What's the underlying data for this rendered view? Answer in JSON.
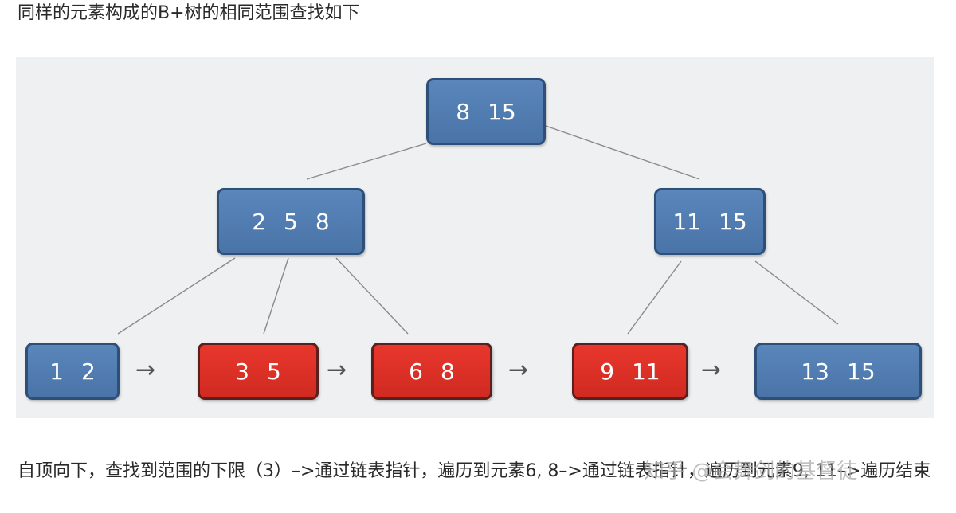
{
  "heading": "同样的元素构成的B+树的相同范围查找如下",
  "tree": {
    "root": {
      "keys": [
        "8",
        "15"
      ],
      "highlighted": false
    },
    "internal": [
      {
        "keys": [
          "2",
          "5",
          "8"
        ],
        "highlighted": false
      },
      {
        "keys": [
          "11",
          "15"
        ],
        "highlighted": false
      }
    ],
    "leaves": [
      {
        "keys": [
          "1",
          "2"
        ],
        "highlighted": false
      },
      {
        "keys": [
          "3",
          "5"
        ],
        "highlighted": true
      },
      {
        "keys": [
          "6",
          "8"
        ],
        "highlighted": true
      },
      {
        "keys": [
          "9",
          "11"
        ],
        "highlighted": true
      },
      {
        "keys": [
          "13",
          "15"
        ],
        "highlighted": false
      }
    ],
    "leaf_link_arrow": "→",
    "colors": {
      "node": "#4a74a8",
      "highlight": "#d92f26",
      "background": "#eef0f1"
    }
  },
  "caption": "自顶向下，查找到范围的下限（3）–>通过链表指针，遍历到元素6, 8–>通过链表指针，遍历到元素9, 11–>遍历结束",
  "watermark": "知乎 @会舞剑的基督徒"
}
